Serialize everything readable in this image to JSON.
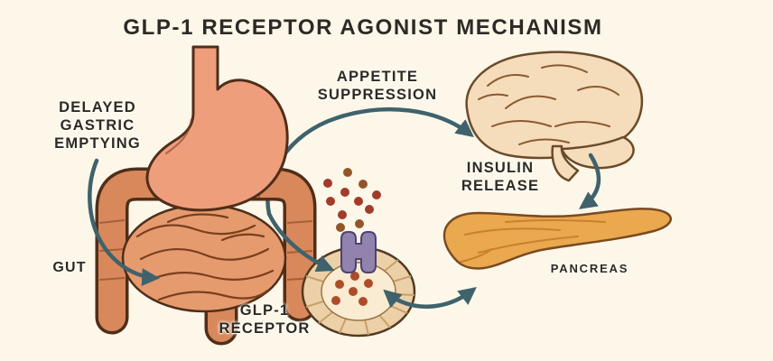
{
  "title": "GLP-1 RECEPTOR AGONIST MECHANISM",
  "labels": {
    "delayed_gastric_emptying": {
      "line1": "DELAYED",
      "line2": "GASTRIC",
      "line3": "EMPTYING"
    },
    "gut": "GUT",
    "appetite_suppression": {
      "line1": "APPETITE",
      "line2": "SUPPRESSION"
    },
    "insulin_release": {
      "line1": "INSULIN",
      "line2": "RELEASE"
    },
    "glp1_receptor": {
      "line1": "GLP-1",
      "line2": "RECEPTOR"
    },
    "pancreas": "PANCREAS"
  },
  "colors": {
    "background": "#fcf7e9",
    "text": "#2d2a26",
    "arrow": "#3f626c",
    "stomach": "#ef9e7c",
    "intestine": "#d8885a",
    "small_intestine": "#e59b6e",
    "brain": "#f5dcba",
    "pancreas": "#eaa84f",
    "cell_ring": "#ecd0a8",
    "cell_inner": "#f9ecd2",
    "receptor": "#9183ae",
    "molecule_red": "#a23b2c",
    "molecule_brown": "#92562a",
    "molecule_inner": "#ad4c2b",
    "outline": "#4f2e1a"
  }
}
